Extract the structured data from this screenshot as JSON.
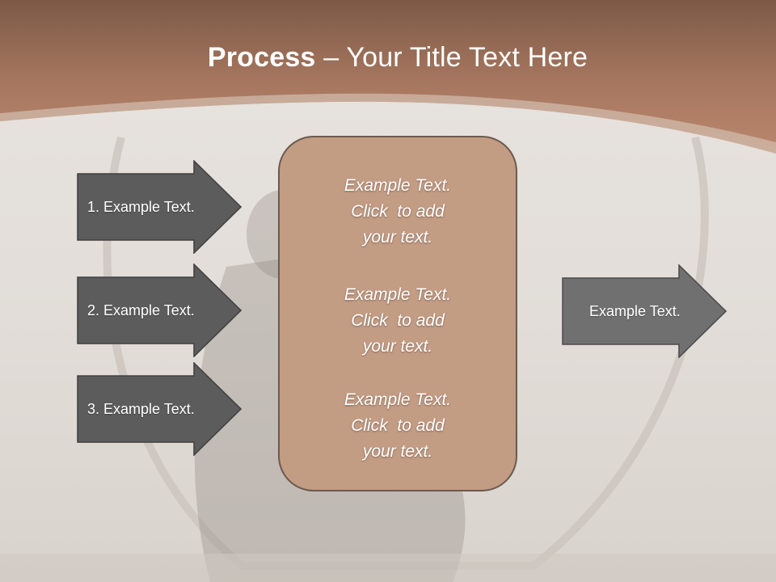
{
  "title": {
    "bold": "Process",
    "rest": " – Your Title Text Here"
  },
  "left_arrows": [
    {
      "label": "1. Example Text."
    },
    {
      "label": "2. Example Text."
    },
    {
      "label": "3. Example Text."
    }
  ],
  "center_box": {
    "paragraphs": [
      {
        "lines": [
          "Example Text.",
          "Click  to add",
          "your text."
        ]
      },
      {
        "lines": [
          "Example Text.",
          "Click  to add",
          "your text."
        ]
      },
      {
        "lines": [
          "Example Text.",
          "Click  to add",
          "your text."
        ]
      }
    ]
  },
  "right_arrow": {
    "label": "Example Text."
  },
  "colors": {
    "header_brown": "#a87760",
    "arrow_dark": "#5c5c5c",
    "arrow_light": "#707070",
    "center_box": "#c39c84"
  }
}
